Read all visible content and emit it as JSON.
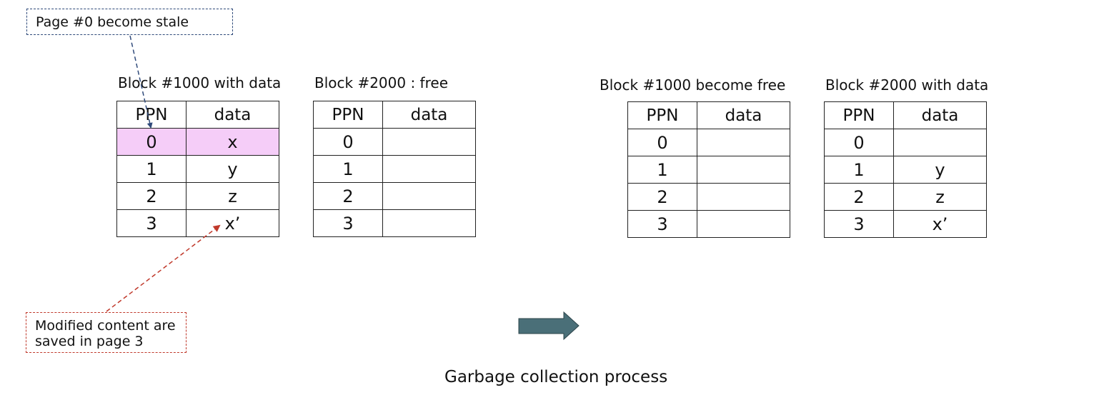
{
  "callouts": {
    "stale": "Page #0 become stale",
    "modified_line1": "Modified content are",
    "modified_line2": "saved in page 3"
  },
  "headers": {
    "ppn": "PPN",
    "data": "data"
  },
  "tables": {
    "before_block1000": {
      "caption": "Block #1000 with data",
      "rows": [
        {
          "ppn": "0",
          "data": "x"
        },
        {
          "ppn": "1",
          "data": "y"
        },
        {
          "ppn": "2",
          "data": "z"
        },
        {
          "ppn": "3",
          "data": "x’"
        }
      ]
    },
    "before_block2000": {
      "caption": "Block #2000 : free",
      "rows": [
        {
          "ppn": "0",
          "data": ""
        },
        {
          "ppn": "1",
          "data": ""
        },
        {
          "ppn": "2",
          "data": ""
        },
        {
          "ppn": "3",
          "data": ""
        }
      ]
    },
    "after_block1000": {
      "caption": "Block #1000 become free",
      "rows": [
        {
          "ppn": "0",
          "data": ""
        },
        {
          "ppn": "1",
          "data": ""
        },
        {
          "ppn": "2",
          "data": ""
        },
        {
          "ppn": "3",
          "data": ""
        }
      ]
    },
    "after_block2000": {
      "caption": "Block #2000 with data",
      "rows": [
        {
          "ppn": "0",
          "data": ""
        },
        {
          "ppn": "1",
          "data": "y"
        },
        {
          "ppn": "2",
          "data": "z"
        },
        {
          "ppn": "3",
          "data": "x’"
        }
      ]
    }
  },
  "caption": "Garbage collection process",
  "colors": {
    "stale_row": "#f5cdf8",
    "stale_arrow": "#2f4a7a",
    "modified_arrow": "#c0392b",
    "process_arrow": "#4a6f78"
  }
}
